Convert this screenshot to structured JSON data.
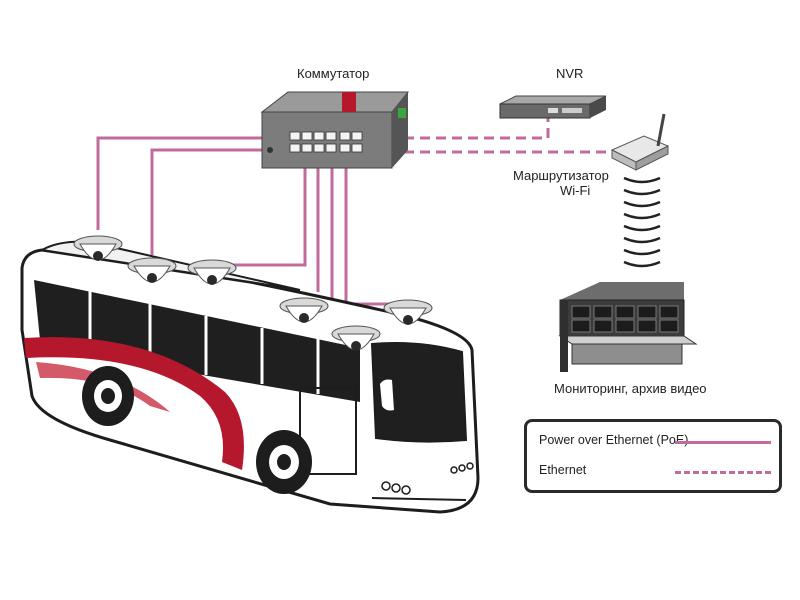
{
  "labels": {
    "switch": "Коммутатор",
    "nvr": "NVR",
    "router_line1": "Маршрутизатор",
    "router_line2": "Wi-Fi",
    "monitoring": "Мониторинг, архив видео"
  },
  "legend": {
    "poe": "Power over Ethernet (PoE)",
    "ethernet": "Ethernet"
  },
  "colors": {
    "cable": "#c06b9b",
    "outline": "#2a2a2a",
    "bus_stripe": "#b5172c"
  }
}
